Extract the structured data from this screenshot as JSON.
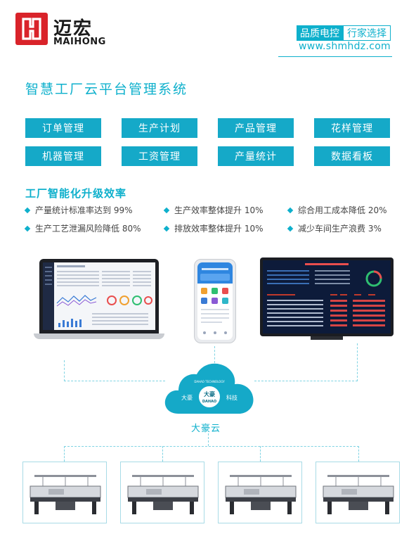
{
  "brand": {
    "name_cn": "迈宏",
    "name_en": "MAIHONG",
    "slogan_part1": "品质电控",
    "slogan_part2": "行家选择",
    "website": "www.shmhdz.com"
  },
  "page_title": "智慧工厂云平台管理系统",
  "modules": [
    {
      "label": "订单管理"
    },
    {
      "label": "生产计划"
    },
    {
      "label": "产品管理"
    },
    {
      "label": "花样管理"
    },
    {
      "label": "机器管理"
    },
    {
      "label": "工资管理"
    },
    {
      "label": "产量统计"
    },
    {
      "label": "数据看板"
    }
  ],
  "benefits_title": "工厂智能化升级效率",
  "benefits": [
    {
      "text": "产量统计标准率达到 99%"
    },
    {
      "text": "生产效率整体提升 10%"
    },
    {
      "text": "综合用工成本降低 20%"
    },
    {
      "text": "生产工艺泄漏风险降低 80%"
    },
    {
      "text": "排放效率整体提升 10%"
    },
    {
      "text": "减少车间生产浪费 3%"
    }
  ],
  "cloud": {
    "badge_left": "大豪",
    "badge_right": "科技",
    "badge_center": "大豪",
    "badge_en": "DAHAO",
    "badge_arc": "DAHAO TECHNOLOGY",
    "caption": "大豪云"
  },
  "colors": {
    "accent": "#0eb0cc",
    "button": "#15a9c8",
    "logo_red": "#d9232a"
  }
}
